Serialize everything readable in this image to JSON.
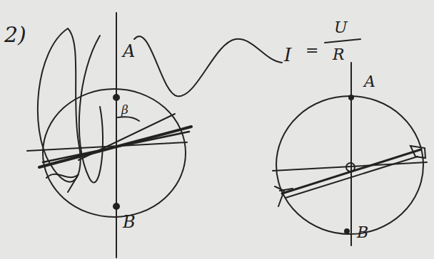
{
  "diagram": {
    "labels": [
      "2)",
      "A",
      "β",
      "B",
      "I",
      "=",
      "U",
      "R",
      "A",
      "B"
    ]
  }
}
